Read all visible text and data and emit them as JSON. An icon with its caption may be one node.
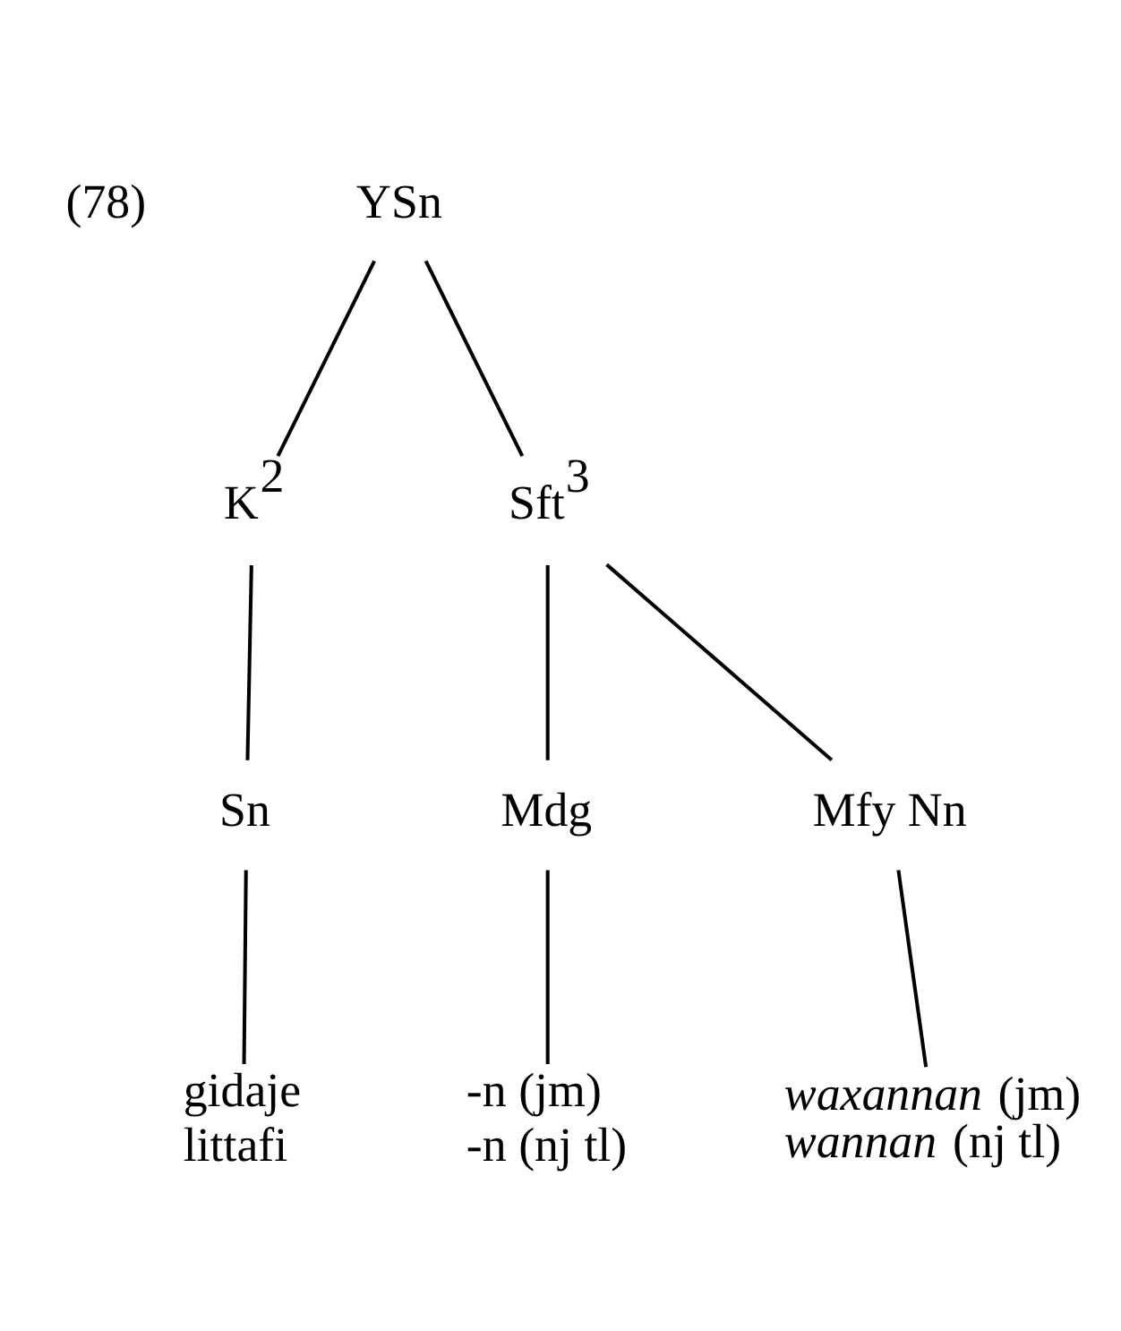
{
  "diagram": {
    "nodes": [
      {
        "text": [
          "YSn"
        ]
      },
      {
        "text": [
          "K$^{2}$"
        ]
      },
      {
        "text": [
          "Sft$^{3}$"
        ]
      },
      {
        "text": [
          "Sn"
        ]
      },
      {
        "text": [
          "Mdg"
        ]
      },
      {
        "text": [
          "Mfy Nn"
        ]
      },
      {
        "text": [
          "gidaje",
          "littafi"
        ]
      },
      {
        "text": [
          "-n (jm)",
          "-n (nj tl)"
        ]
      },
      {
        "text": [
          "*waxannan* (jm)",
          "*wannan* (nj tl)"
        ]
      }
    ],
    "edges": [
      {
        "from": 0,
        "to": 1,
        "arrow": "none"
      },
      {
        "from": 0,
        "to": 2,
        "arrow": "none"
      },
      {
        "from": 1,
        "to": 3,
        "arrow": "none"
      },
      {
        "from": 2,
        "to": 4,
        "arrow": "none"
      },
      {
        "from": 2,
        "to": 5,
        "arrow": "none"
      },
      {
        "from": 3,
        "to": 6,
        "arrow": "none"
      },
      {
        "from": 4,
        "to": 7,
        "arrow": "none"
      },
      {
        "from": 5,
        "to": 8,
        "arrow": "none"
      }
    ],
    "labels": [
      "(78)"
    ]
  }
}
